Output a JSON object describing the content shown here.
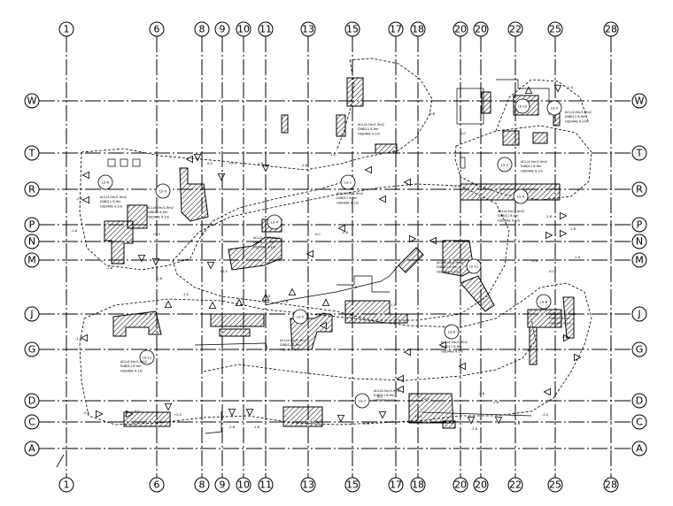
{
  "plan": {
    "column_axes": [
      {
        "label": "1",
        "alias": "1"
      },
      {
        "label": "6"
      },
      {
        "label": "8"
      },
      {
        "label": "9"
      },
      {
        "label": "10"
      },
      {
        "label": "11"
      },
      {
        "label": "13"
      },
      {
        "label": "15"
      },
      {
        "label": "17"
      },
      {
        "label": "18"
      },
      {
        "label": "20"
      },
      {
        "label": "20"
      },
      {
        "label": "22"
      },
      {
        "label": "25"
      },
      {
        "label": "28"
      }
    ],
    "row_axes": [
      {
        "label": "W"
      },
      {
        "label": "T"
      },
      {
        "label": "R"
      },
      {
        "label": "P"
      },
      {
        "label": "N"
      },
      {
        "label": "M"
      },
      {
        "label": "J"
      },
      {
        "label": "G"
      },
      {
        "label": "D"
      },
      {
        "label": "C"
      },
      {
        "label": "A"
      }
    ],
    "detail_tags": [
      "LS-6",
      "LS-5",
      "LS-1",
      "LS-2",
      "LS-3",
      "LS-4",
      "LS-5",
      "LS-6",
      "LS-7",
      "LS-8",
      "LS-9",
      "LS-10",
      "LS-11",
      "LS-12"
    ],
    "level_marks": [
      "-2.8",
      "-1.8",
      "-1.0",
      "-0.6",
      "0.0",
      "+2.5"
    ],
    "note_lines": [
      "ACL/4.0m/1.9m2",
      "D4BJ11 8.9m",
      "HSD4AE 4.1m"
    ]
  }
}
